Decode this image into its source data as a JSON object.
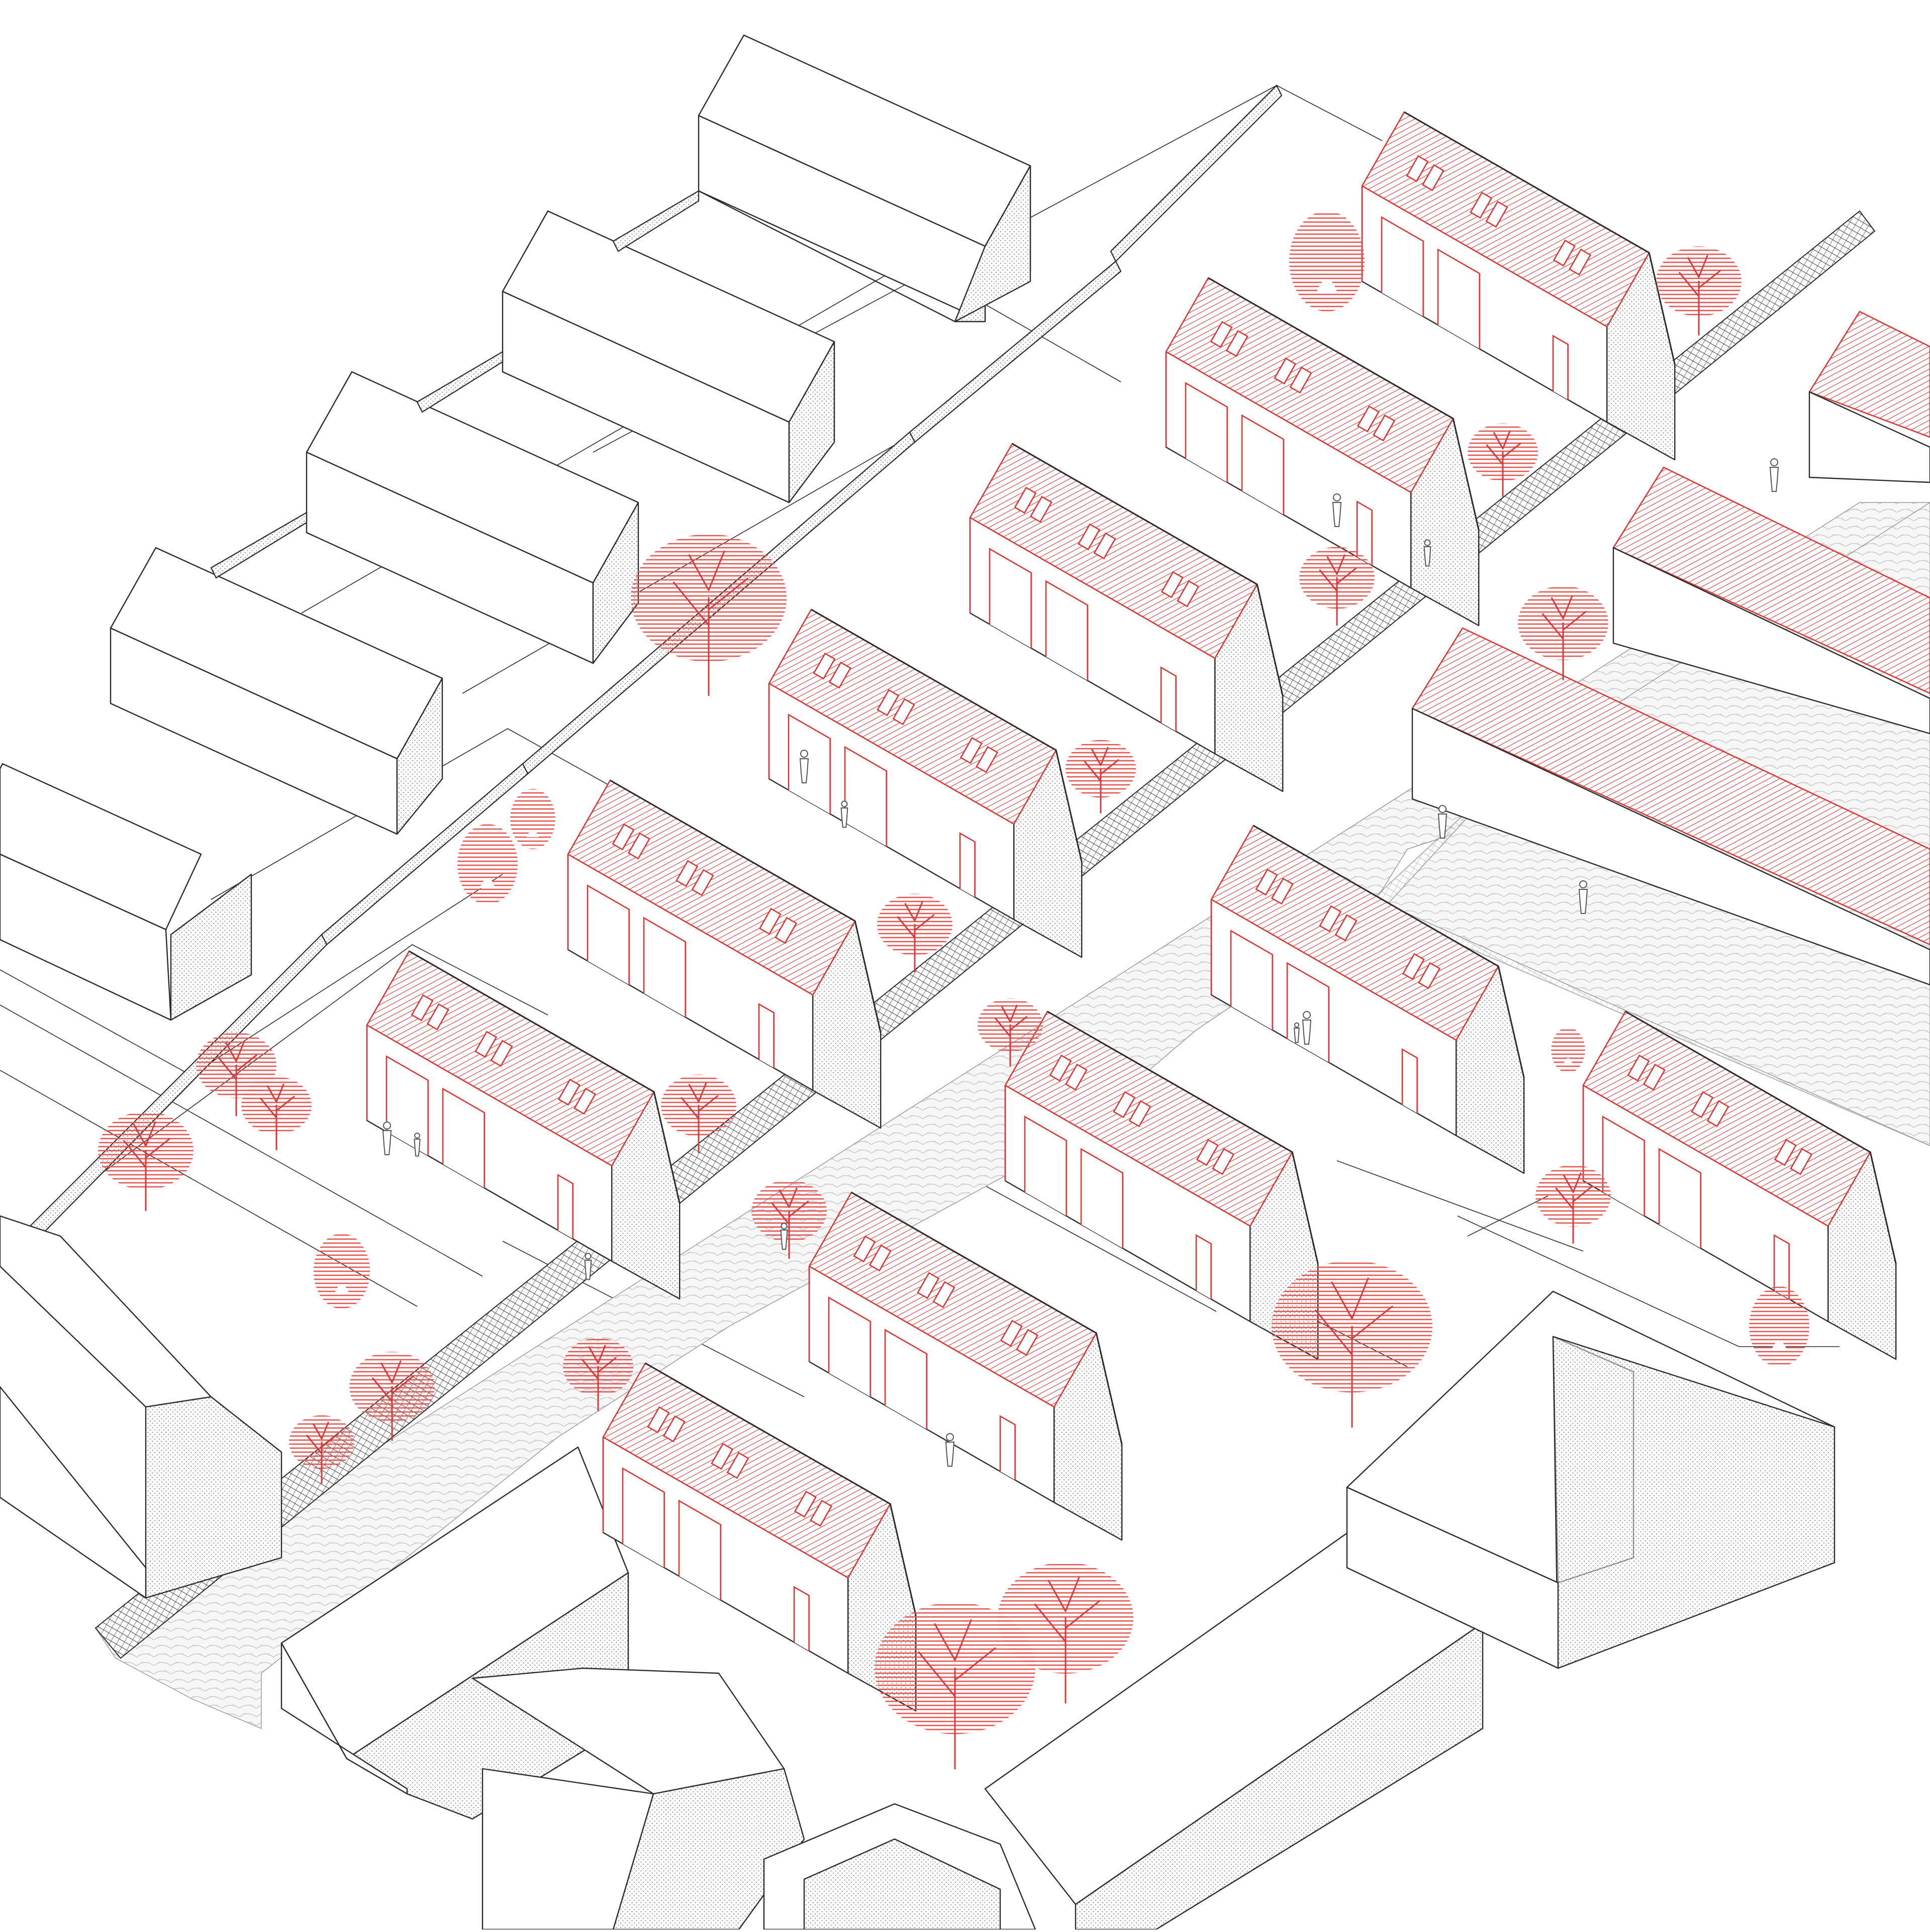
{
  "drawing": {
    "style": "axonometric site plan",
    "colors": {
      "line": "#2b2b2b",
      "accent_red": "#d83a3a",
      "tree_red": "#e25555",
      "paving": "#bdbdbd",
      "background": "#ffffff"
    },
    "elements": {
      "new_houses": 14,
      "existing_houses": 11,
      "trees": 24,
      "people": 12,
      "streets": 2
    }
  }
}
